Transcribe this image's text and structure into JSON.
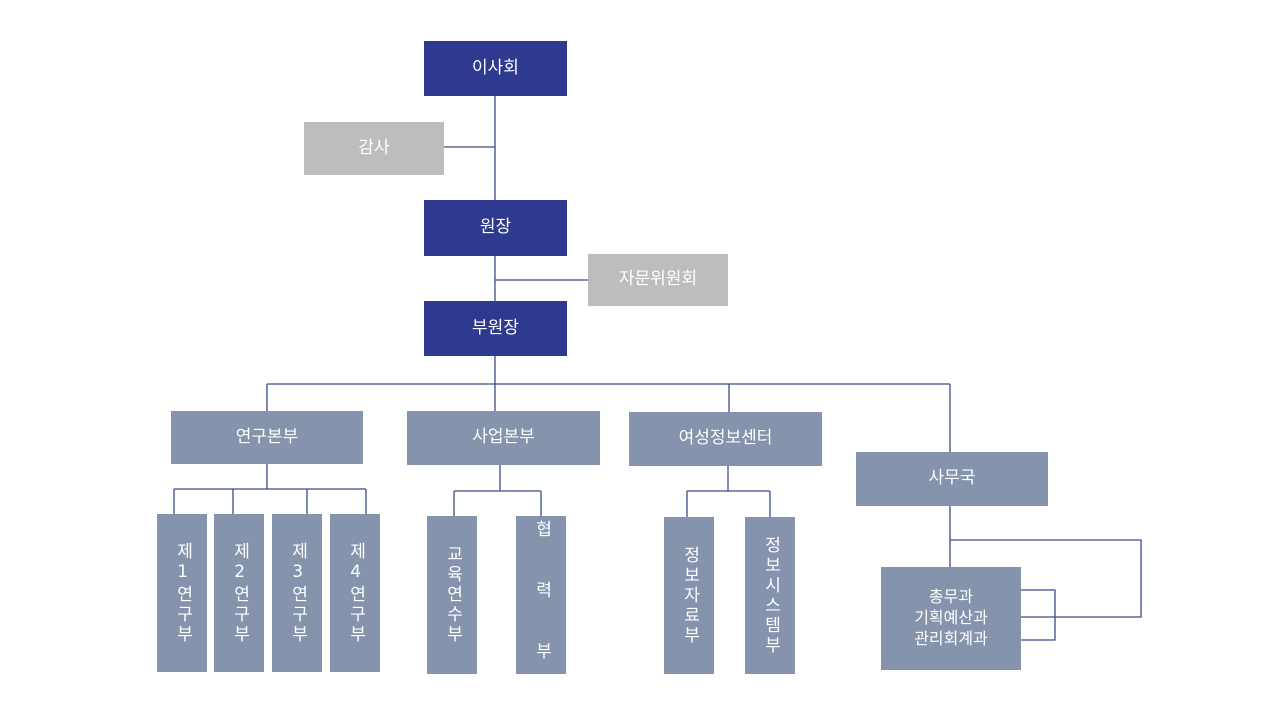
{
  "colors": {
    "top": "#2d3a8f",
    "advisory": "#bdbdbd",
    "unit": "#8593ad",
    "line": "#3a4a8c"
  },
  "org": {
    "board": "이사회",
    "audit": "감사",
    "president": "원장",
    "advisory_committee": "자문위원회",
    "vice_president": "부원장",
    "divisions": {
      "research": {
        "label": "연구본부",
        "units": [
          "제1연구부",
          "제2연구부",
          "제3연구부",
          "제4연구부"
        ]
      },
      "business": {
        "label": "사업본부",
        "units": [
          "교육연수부",
          "협 력 부"
        ]
      },
      "women_info": {
        "label": "여성정보센터",
        "units": [
          "정보자료부",
          "정보시스템부"
        ]
      },
      "secretariat": {
        "label": "사무국",
        "units": [
          "총무과\n기획예산과\n관리회계과"
        ]
      }
    }
  }
}
